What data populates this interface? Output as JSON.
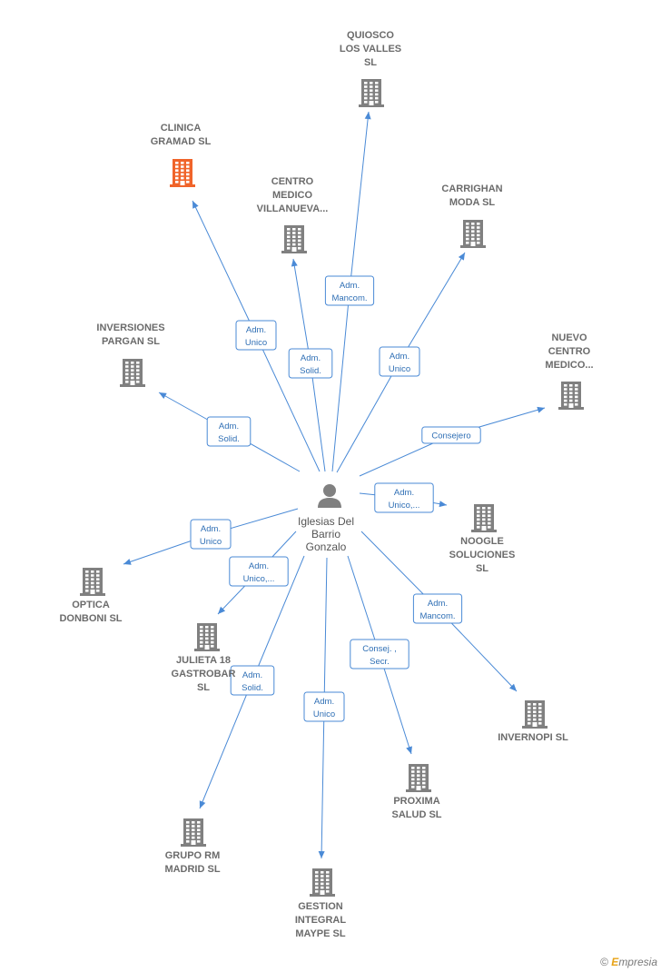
{
  "center": {
    "name_lines": [
      "Iglesias Del",
      "Barrio",
      "Gonzalo"
    ]
  },
  "colors": {
    "edge": "#4a8ad6",
    "building": "#808080",
    "highlight": "#f0642a",
    "person": "#808080"
  },
  "nodes": [
    {
      "id": "quiosco",
      "lines": [
        "QUIOSCO",
        "LOS VALLES",
        "SL"
      ],
      "highlight": false
    },
    {
      "id": "clinica",
      "lines": [
        "CLINICA",
        "GRAMAD  SL"
      ],
      "highlight": true
    },
    {
      "id": "centro",
      "lines": [
        "CENTRO",
        "MEDICO",
        "VILLANUEVA..."
      ],
      "highlight": false
    },
    {
      "id": "carrighan",
      "lines": [
        "CARRIGHAN",
        "MODA  SL"
      ],
      "highlight": false
    },
    {
      "id": "inversiones",
      "lines": [
        "INVERSIONES",
        "PARGAN SL"
      ],
      "highlight": false
    },
    {
      "id": "nuevo",
      "lines": [
        "NUEVO",
        "CENTRO",
        "MEDICO..."
      ],
      "highlight": false
    },
    {
      "id": "noogle",
      "lines": [
        "NOOGLE",
        "SOLUCIONES",
        "SL"
      ],
      "highlight": false
    },
    {
      "id": "optica",
      "lines": [
        "OPTICA",
        "DONBONI  SL"
      ],
      "highlight": false
    },
    {
      "id": "julieta",
      "lines": [
        "JULIETA 18",
        "GASTROBAR",
        "SL"
      ],
      "highlight": false
    },
    {
      "id": "invernopi",
      "lines": [
        "INVERNOPI SL"
      ],
      "highlight": false
    },
    {
      "id": "proxima",
      "lines": [
        "PROXIMA",
        "SALUD  SL"
      ],
      "highlight": false
    },
    {
      "id": "gruporm",
      "lines": [
        "GRUPO RM",
        "MADRID  SL"
      ],
      "highlight": false
    },
    {
      "id": "gestion",
      "lines": [
        "GESTION",
        "INTEGRAL",
        "MAYPE  SL"
      ],
      "highlight": false
    }
  ],
  "edges": [
    {
      "target": "quiosco",
      "label": [
        "Adm.",
        "Mancom."
      ]
    },
    {
      "target": "clinica",
      "label": [
        "Adm.",
        "Unico"
      ]
    },
    {
      "target": "centro",
      "label": [
        "Adm.",
        "Solid."
      ]
    },
    {
      "target": "carrighan",
      "label": [
        "Adm.",
        "Unico"
      ]
    },
    {
      "target": "inversiones",
      "label": [
        "Adm.",
        "Solid."
      ]
    },
    {
      "target": "nuevo",
      "label": [
        "Consejero"
      ]
    },
    {
      "target": "noogle",
      "label": [
        "Adm.",
        "Unico,..."
      ]
    },
    {
      "target": "optica",
      "label": [
        "Adm.",
        "Unico"
      ]
    },
    {
      "target": "julieta",
      "label": [
        "Adm.",
        "Unico,..."
      ]
    },
    {
      "target": "invernopi",
      "label": [
        "Adm.",
        "Mancom."
      ]
    },
    {
      "target": "proxima",
      "label": [
        "Consej. ,",
        "Secr."
      ]
    },
    {
      "target": "gruporm",
      "label": [
        "Adm.",
        "Solid."
      ]
    },
    {
      "target": "gestion",
      "label": [
        "Adm.",
        "Unico"
      ]
    }
  ],
  "watermark": {
    "symbol": "©",
    "brand_initial": "E",
    "brand_rest": "mpresia"
  }
}
